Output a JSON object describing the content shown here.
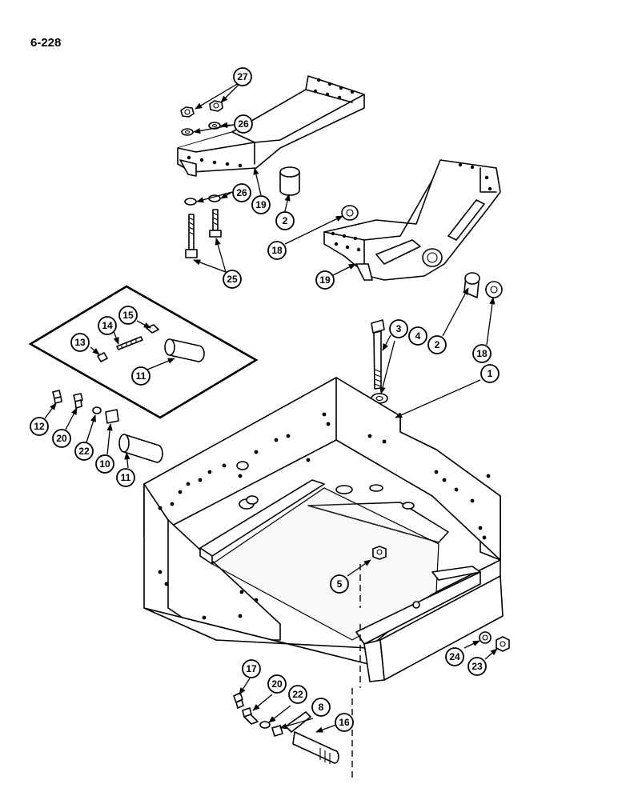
{
  "page_number": "6-228",
  "callouts": [
    "27",
    "26",
    "19",
    "2",
    "26",
    "25",
    "18",
    "19",
    "15",
    "14",
    "13",
    "11",
    "3",
    "4",
    "2",
    "18",
    "1",
    "12",
    "20",
    "22",
    "10",
    "11",
    "5",
    "24",
    "23",
    "17",
    "20",
    "22",
    "8",
    "16"
  ]
}
